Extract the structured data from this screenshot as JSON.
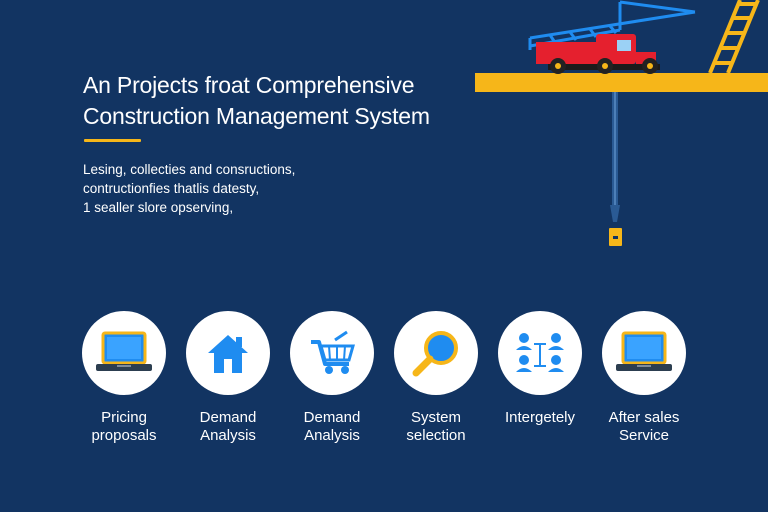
{
  "hero": {
    "title_line1": "An Projects froat Comprehensive",
    "title_line2": "Construction Management System",
    "subtitle_line1": "Lesing, collecties and consructions,",
    "subtitle_line2": "contructionfies thatlis datesty,",
    "subtitle_line3": "1 sealler slore opserving,"
  },
  "colors": {
    "background": "#123462",
    "accent": "#f6b619",
    "icon_blue": "#1f8cf0",
    "truck_red": "#e5202e"
  },
  "features": [
    {
      "line1": "Pricing",
      "line2": "proposals",
      "icon": "laptop-icon"
    },
    {
      "line1": "Demand",
      "line2": "Analysis",
      "icon": "house-icon"
    },
    {
      "line1": "Demand",
      "line2": "Analysis",
      "icon": "shopping-cart-icon"
    },
    {
      "line1": "System",
      "line2": "selection",
      "icon": "magnifier-icon"
    },
    {
      "line1": "Intergetely",
      "line2": "",
      "icon": "team-network-icon"
    },
    {
      "line1": "After sales",
      "line2": "Service",
      "icon": "laptop-icon"
    }
  ]
}
